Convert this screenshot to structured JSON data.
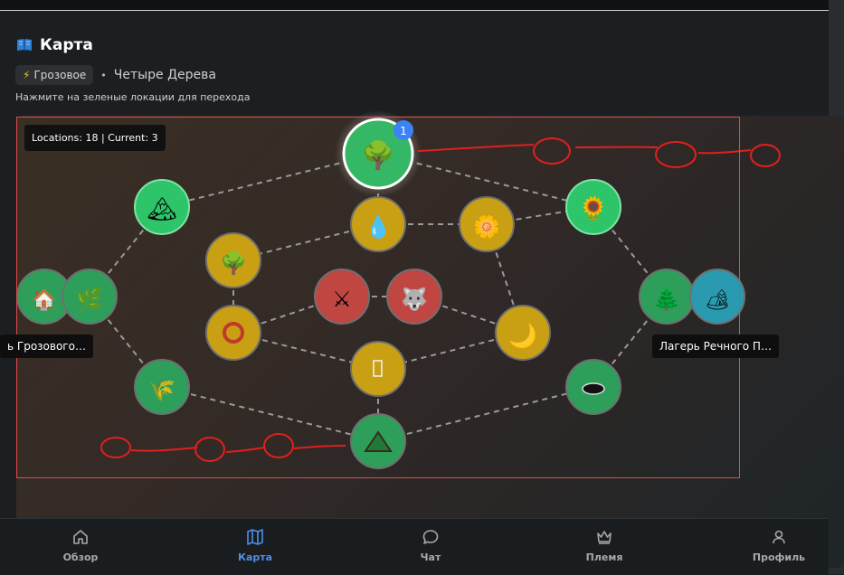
{
  "header": {
    "title": "Карта",
    "clan_chip": "Грозовое",
    "separator": "•",
    "current_location": "Четыре Дерева",
    "hint": "Нажмите на зеленые локации для перехода"
  },
  "map": {
    "stats": "Locations: 18 | Current: 3",
    "left_label": "ь Грозового…",
    "right_label": "Лагерь Речного П…",
    "badge": "1",
    "colors": {
      "available": "#3cb371",
      "blocked": "#d4a017",
      "danger": "#c0392b",
      "current": "#2ecc71",
      "water": "#2a9ab0"
    }
  },
  "nav": {
    "items": [
      {
        "label": "Обзор",
        "icon": "home-icon"
      },
      {
        "label": "Карта",
        "icon": "map-icon"
      },
      {
        "label": "Чат",
        "icon": "chat-icon"
      },
      {
        "label": "Племя",
        "icon": "crown-icon"
      },
      {
        "label": "Профиль",
        "icon": "user-icon"
      }
    ]
  }
}
